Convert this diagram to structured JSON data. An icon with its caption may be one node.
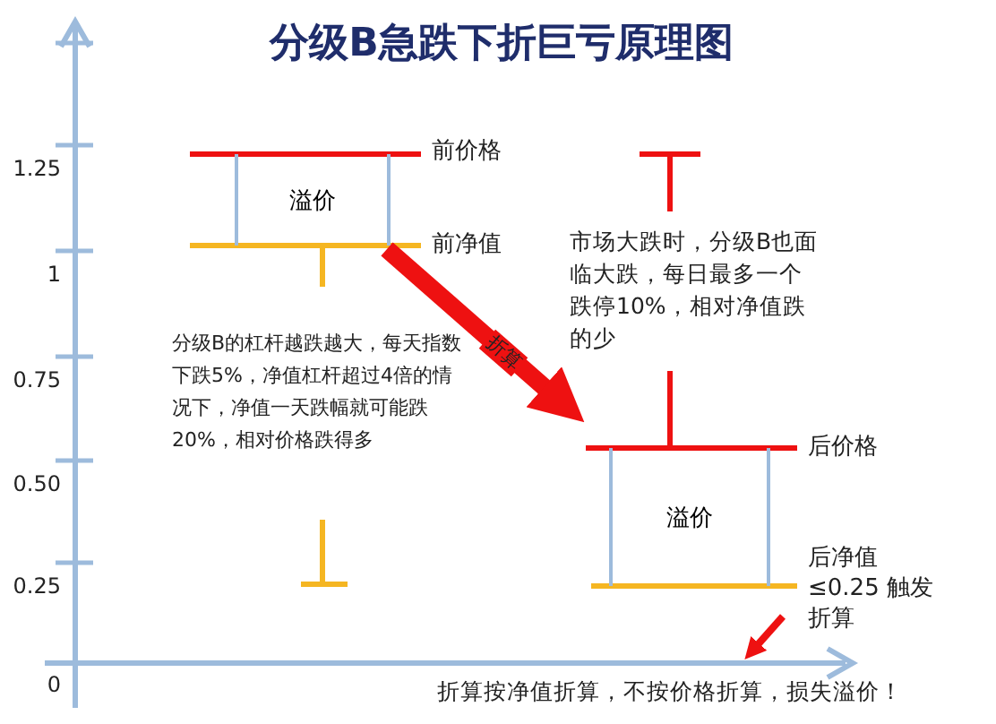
{
  "diagram": {
    "title": "分级B急跌下折巨亏原理图",
    "nodes": [
      {
        "text": [
          "溢价"
        ],
        "beside": [
          "前价格",
          "前净值"
        ]
      },
      {
        "text": [
          "溢价"
        ],
        "beside": [
          "后价格",
          "后净值 ≤0.25 触发折算"
        ]
      }
    ],
    "edges": [
      {
        "from": 0,
        "to": 1,
        "arrow": "to",
        "label": "折算"
      }
    ],
    "labels": [
      "1.25",
      "1",
      "0.75",
      "0.50",
      "0.25",
      "0",
      "分级B的杠杆越跌越大，每天指数下跌5%，净值杠杆超过4倍的情况下，净值一天跌幅就可能跌20%，相对价格跌得多",
      "市场大跌时，分级B也面临大跌，每日最多一个跌停10%，相对净值跌的少",
      "折算按净值折算，不按价格折算，损失溢价！"
    ]
  }
}
